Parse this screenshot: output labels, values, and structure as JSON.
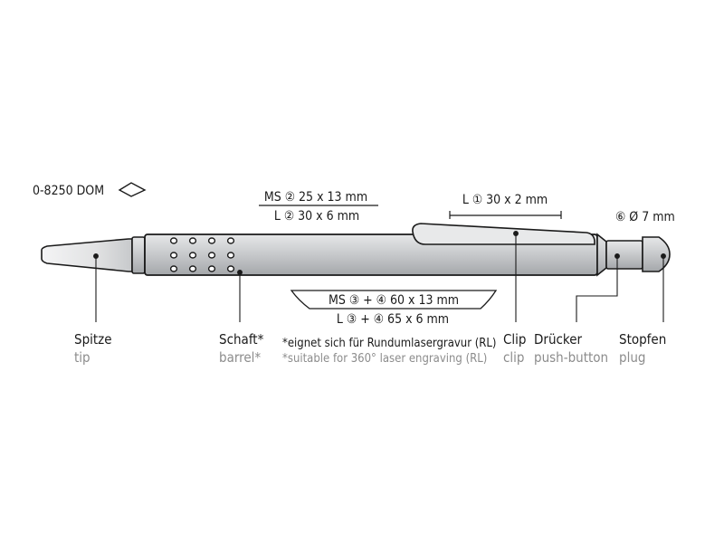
{
  "product": {
    "code": "0-8250 DOM"
  },
  "imprint": {
    "ms_barrel": "MS ② 25 x 13 mm",
    "l_barrel": "L ② 30 x 6 mm",
    "l_clip": "L ① 30 x 2 mm",
    "plug_diameter": "⑥ Ø 7 mm",
    "ms_round": "MS ③ + ④ 60 x 13 mm",
    "l_round": "L ③ + ④ 65 x 6 mm"
  },
  "parts": {
    "tip": {
      "de": "Spitze",
      "en": "tip"
    },
    "barrel": {
      "de": "Schaft*",
      "en": "barrel*"
    },
    "clip": {
      "de": "Clip",
      "en": "clip"
    },
    "push_button": {
      "de": "Drücker",
      "en": "push-button"
    },
    "plug": {
      "de": "Stopfen",
      "en": "plug"
    }
  },
  "footnote": {
    "de": "*eignet sich für Rundumlasergravur (RL)",
    "en": "*suitable for 360° laser engraving (RL)"
  },
  "colors": {
    "label_dark": "#1a1a1a",
    "label_grey": "#8c8c8c",
    "metal": "#c9cbcd",
    "outline": "#1a1a1a"
  }
}
